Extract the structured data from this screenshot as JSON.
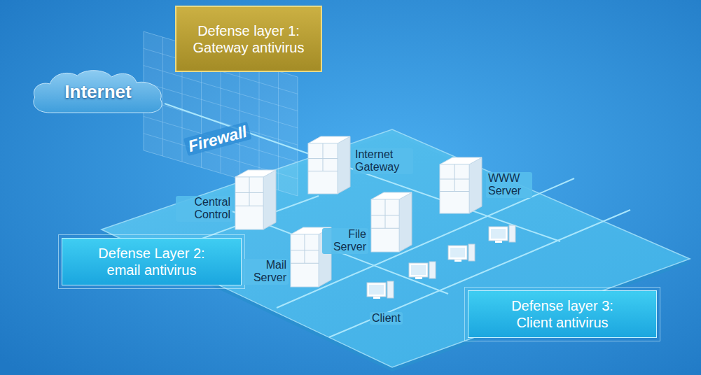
{
  "diagram": {
    "nodes": [
      {
        "text": [
          "Defense layer 1: Gateway antivirus"
        ]
      },
      {
        "text": [
          "Internet"
        ]
      },
      {
        "text": [
          "Defense Layer 2: email antivirus"
        ]
      },
      {
        "text": [
          "Defense layer 3: Client antivirus"
        ]
      }
    ],
    "labels": [
      "Firewall",
      "Internet Gateway",
      "WWW Server",
      "Central Control",
      "File Server",
      "Mail Server",
      "Client"
    ]
  }
}
